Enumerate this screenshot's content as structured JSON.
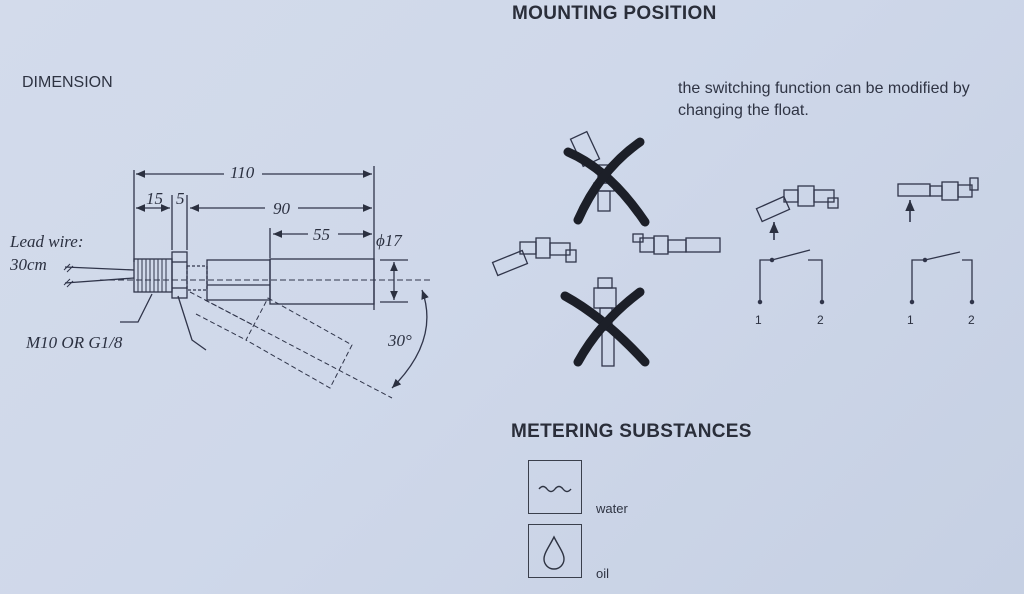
{
  "headings": {
    "dimension": "DIMENSION",
    "mounting": "MOUNTING POSITION",
    "metering": "METERING SUBSTANCES"
  },
  "note": {
    "line1": "the switching function can be modified by",
    "line2": "changing the float."
  },
  "dimension_labels": {
    "lead_wire": "Lead wire:",
    "lead_length": "30cm",
    "thread": "M10 OR G1/8",
    "d110": "110",
    "d15": "15",
    "d5": "5",
    "d90": "90",
    "d55": "55",
    "dia": "ϕ17",
    "angle": "30°"
  },
  "switch_terminals": [
    "1",
    "2",
    "1",
    "2"
  ],
  "substances": [
    {
      "label": "water",
      "icon": "water-waves-icon"
    },
    {
      "label": "oil",
      "icon": "oil-drop-icon"
    }
  ]
}
